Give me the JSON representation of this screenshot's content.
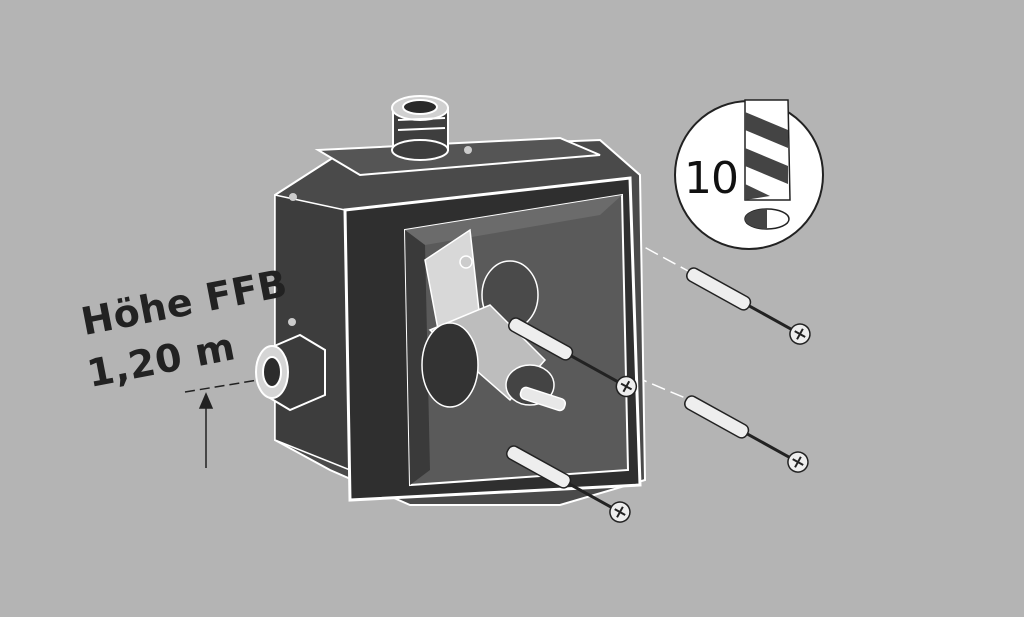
{
  "height_label": {
    "line1": "Höhe FFB",
    "line2": "1,20 m"
  },
  "drill_badge": {
    "size": "10",
    "icon": "drill-bit-icon"
  },
  "colors": {
    "background": "#b4b4b4",
    "box_body": "#4a4a4a",
    "box_edge": "#ffffff",
    "text": "#222222"
  }
}
